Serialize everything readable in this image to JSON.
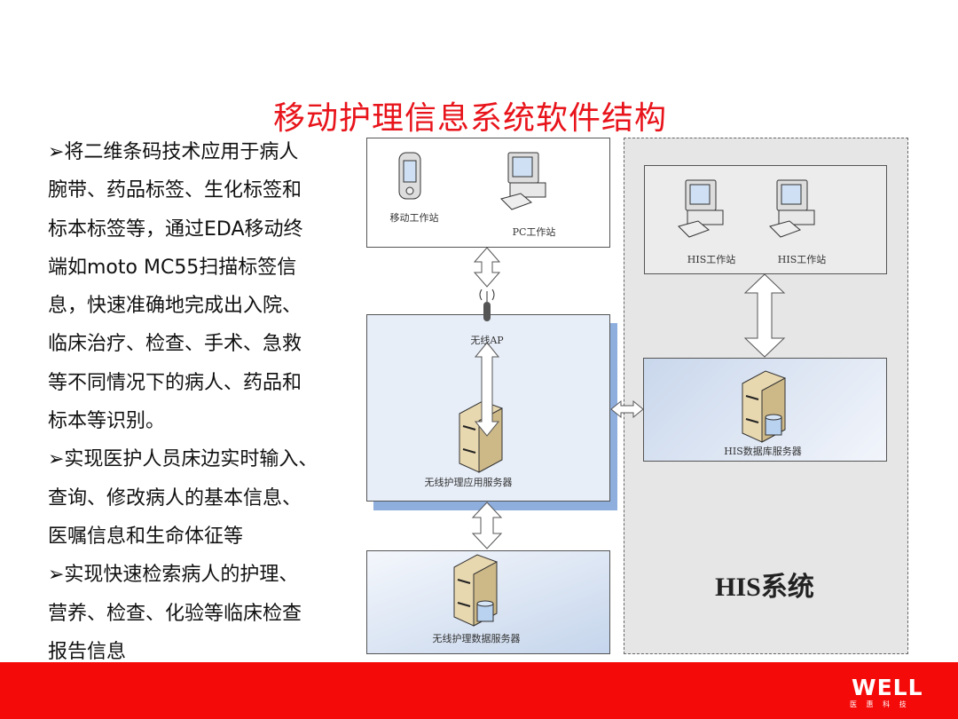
{
  "slide": {
    "title": "移动护理信息系统软件结构"
  },
  "bullets": [
    {
      "lines": [
        "➢将二维条码技术应用于病人",
        "腕带、药品标签、生化标签和",
        "标本标签等，通过EDA移动终",
        "端如moto MC55扫描标签信",
        "息，快速准确地完成出入院、",
        "临床治疗、检查、手术、急救",
        "等不同情况下的病人、药品和",
        "标本等识别。"
      ]
    },
    {
      "lines": [
        "➢实现医护人员床边实时输入、",
        "查询、修改病人的基本信息、",
        "医嘱信息和生命体征等"
      ]
    },
    {
      "lines": [
        "➢实现快速检索病人的护理、",
        "营养、检查、化验等临床检查",
        "报告信息"
      ]
    }
  ],
  "diagram": {
    "mobile_workstation": "移动工作站",
    "pc_workstation": "PC工作站",
    "wireless_ap": "无线AP",
    "app_server": "无线护理应用服务器",
    "data_server": "无线护理数据服务器",
    "his_workstation_1": "HIS工作站",
    "his_workstation_2": "HIS工作站",
    "his_db_server": "HIS数据库服务器",
    "his_system": "HIS系统"
  },
  "footer": {
    "logo_text": "WELL",
    "logo_subtext": "医 惠 科 技",
    "color": "#f50a0a"
  },
  "colors": {
    "title": "#e8141b",
    "accent_blue": "#8eaede"
  }
}
